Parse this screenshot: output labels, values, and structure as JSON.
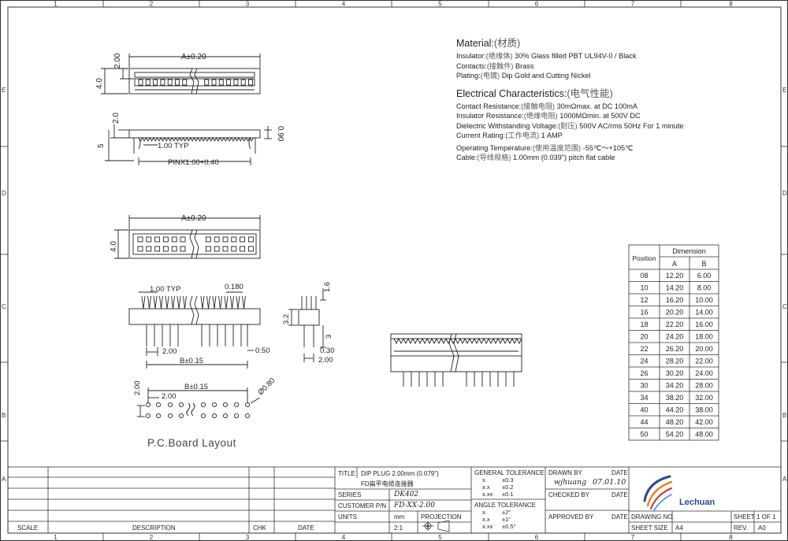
{
  "frame": {
    "columns": [
      "1",
      "2",
      "3",
      "4",
      "5",
      "6",
      "7",
      "8"
    ],
    "rows": [
      "E",
      "D",
      "C",
      "B",
      "A"
    ]
  },
  "material": {
    "heading": "Material:",
    "heading_cjk": "(材质)",
    "lines": [
      {
        "label": "Insulator:",
        "cjk": "(绝缘体)",
        "value": " 30% Glass filled PBT UL94V-0 / Black"
      },
      {
        "label": "Contacts:",
        "cjk": "(接触件)",
        "value": " Brass"
      },
      {
        "label": "Plating:",
        "cjk": "(电镀)",
        "value": " Dip Gold and Cutting Nickel"
      }
    ]
  },
  "electrical": {
    "heading": "Electrical Characteristics:",
    "heading_cjk": "(电气性能)",
    "lines": [
      {
        "label": "Contact Resistance:",
        "cjk": "(接触电阻)",
        "value": " 30mΩmax. at DC 100mA"
      },
      {
        "label": "Insulator Resistance:",
        "cjk": "(绝缘电阻)",
        "value": " 1000MΩmin. at 500V DC"
      },
      {
        "label": "Dielectric Withstanding Voltage:",
        "cjk": "(耐压)",
        "value": " 500V AC/rms 50Hz For 1 minute"
      },
      {
        "label": "Current Rating:",
        "cjk": "(工作电流)",
        "value": " 1 AMP"
      }
    ],
    "extra_lines": [
      {
        "label": "Operating Temperature:",
        "cjk": "(使用温度范围)",
        "value": " -55℃～+105℃"
      },
      {
        "label": "Cable:",
        "cjk": "(导线规格)",
        "value": " 1.00mm (0.039\") pitch flat cable"
      }
    ]
  },
  "dims": {
    "top_a": "A±0.20",
    "top_200": "2.00",
    "top_40": "4.0",
    "side_20": "2.0",
    "side_090": "0.90",
    "side_5": "5",
    "side_typ": "1.00 TYP",
    "side_pinx": "PINX1.00+0.40",
    "mid_a": "A±0.20",
    "mid_40": "4.0",
    "front_typ": "1.00  TYP",
    "front_0180": "0.180",
    "front_200": "2.00",
    "front_b": "B±0.15",
    "front_050": "0.50",
    "end_16": "1.6",
    "end_32": "3.2",
    "end_3": "3",
    "end_030": "0.30",
    "end_200": "2.00",
    "pcb_b": "B±0.15",
    "pcb_200a": "2.00",
    "pcb_200b": "2.00",
    "pcb_080": "Ø0.80",
    "pcb_label": "P.C.Board  Layout"
  },
  "dimension_table": {
    "col_position": "Position",
    "col_dimension": "Dimension",
    "col_a": "A",
    "col_b": "B",
    "rows": [
      [
        "08",
        "12.20",
        "6.00"
      ],
      [
        "10",
        "14.20",
        "8.00"
      ],
      [
        "12",
        "16.20",
        "10.00"
      ],
      [
        "16",
        "20.20",
        "14.00"
      ],
      [
        "18",
        "22.20",
        "16.00"
      ],
      [
        "20",
        "24.20",
        "18.00"
      ],
      [
        "22",
        "26.20",
        "20.00"
      ],
      [
        "24",
        "28.20",
        "22.00"
      ],
      [
        "26",
        "30.20",
        "24.00"
      ],
      [
        "30",
        "34.20",
        "28.00"
      ],
      [
        "34",
        "38.20",
        "32.00"
      ],
      [
        "40",
        "44.20",
        "38.00"
      ],
      [
        "44",
        "48.20",
        "42.00"
      ],
      [
        "50",
        "54.20",
        "48.00"
      ]
    ]
  },
  "title_block": {
    "scale": "SCALE",
    "description": "DESCRIPTION",
    "chk": "CHK",
    "date": "DATE",
    "title_label": "TITLE",
    "title_value": "DIP PLUG 2.00mm (0.079\")",
    "title_cjk": "FD扁平电缆连接器",
    "series_label": "SERIES",
    "series_value": "DK402",
    "customer_label": "CUSTOMER P/N",
    "customer_value": "FD-XX-2.00",
    "units_label": "UNITS",
    "units_value": "mm",
    "projection_label": "PROJECTION",
    "scale_value": "2:1",
    "general_tol_label": "GENERAL TOLERANCE",
    "general_tol": [
      [
        "x.",
        "±0.3"
      ],
      [
        "x.x",
        "±0.2"
      ],
      [
        "x.xx",
        "±0.1"
      ]
    ],
    "angle_tol_label": "ANGLE TOLERANCE",
    "angle_tol": [
      [
        "x.",
        "±2°"
      ],
      [
        "x.x",
        "±1°"
      ],
      [
        "x.xx",
        "±0.5°"
      ]
    ],
    "drawn_by_label": "DRAWN BY",
    "drawn_by_date_label": "DATE",
    "drawn_by_value": "wjhuang",
    "drawn_date_value": "07.01.10",
    "checked_by_label": "CHECKED BY",
    "checked_date_label": "DATE",
    "approved_by_label": "APPROVED BY",
    "approved_date_label": "DATE",
    "drawing_no_label": "DRAWING NO.",
    "sheet_label": "SHEET",
    "sheet_value": "1  OF 1",
    "sheet_size_label": "SHEET SIZE",
    "sheet_size_value": "A4",
    "rev_label": "REV.",
    "rev_value": "A0",
    "company": "Lechuan"
  }
}
